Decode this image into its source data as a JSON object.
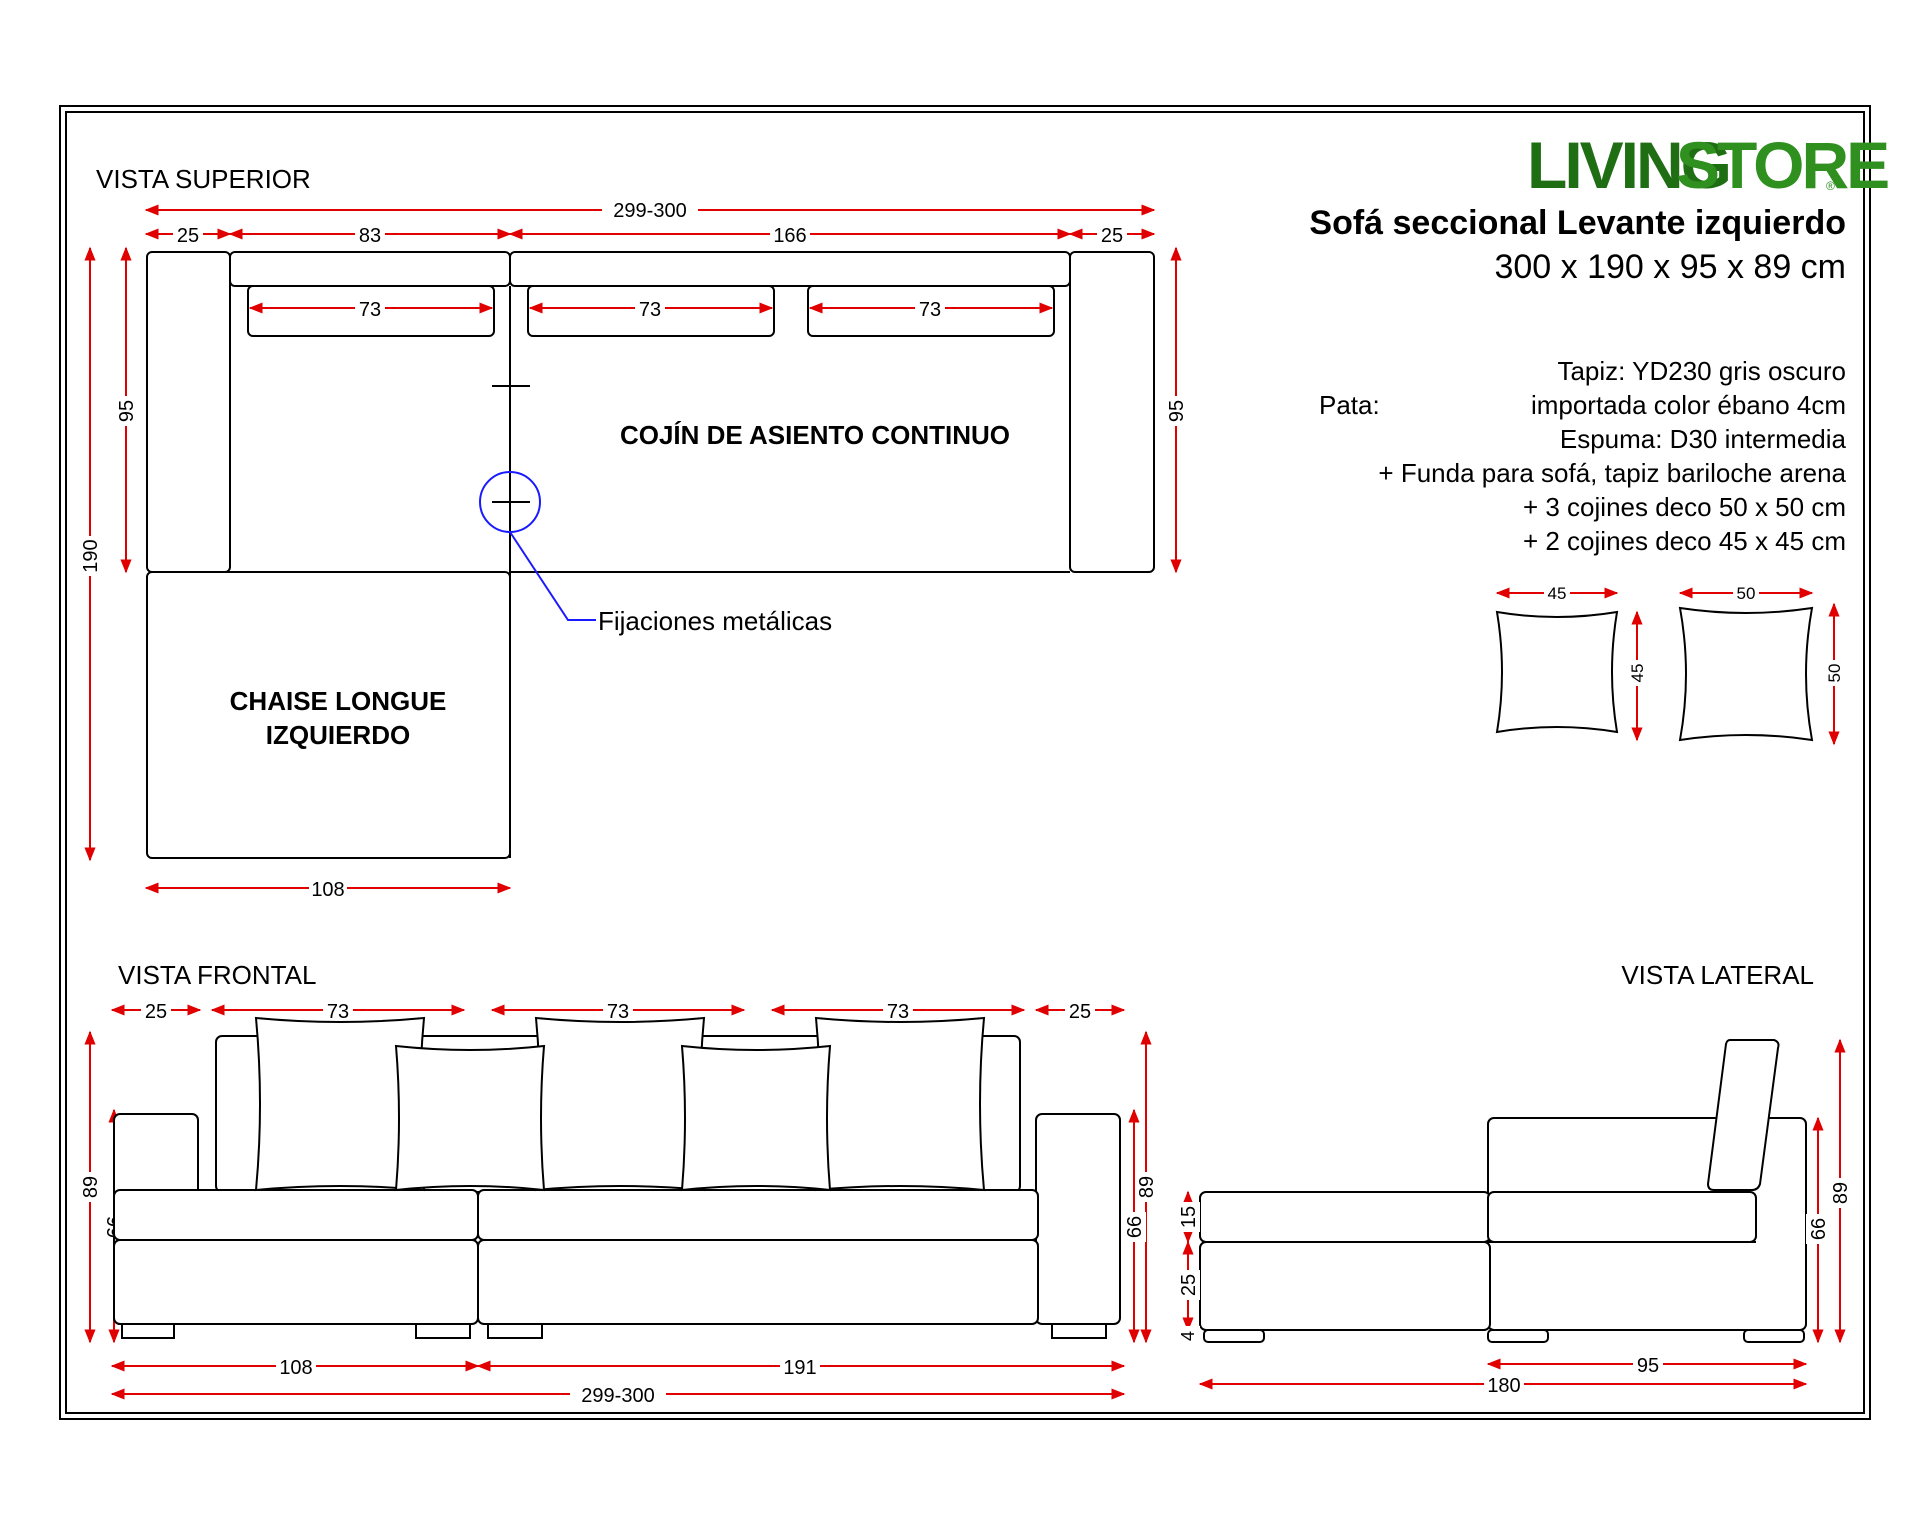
{
  "brand": {
    "logo_part1": "LIVING",
    "logo_part2": "STORE",
    "registered": "®",
    "color_green": "#2f8f1f",
    "color_dark": "#1f6e14"
  },
  "product": {
    "title": "Sofá seccional Levante izquierdo",
    "dimensions": "300 x 190 x 95 x 89 cm"
  },
  "specs": {
    "tapiz": "Tapiz: YD230 gris oscuro",
    "pata_label": "Pata:",
    "pata_value": "importada color ébano 4cm",
    "espuma": "Espuma: D30 intermedia",
    "extra1": "+ Funda para sofá, tapiz bariloche arena",
    "extra2": "+ 3 cojines deco 50 x 50 cm",
    "extra3": "+ 2 cojines deco 45 x 45 cm"
  },
  "cushions": {
    "small_w": "45",
    "small_h": "45",
    "large_w": "50",
    "large_h": "50"
  },
  "top_view": {
    "title": "VISTA SUPERIOR",
    "total": "299-300",
    "seg1": "25",
    "seg2": "83",
    "seg3": "166",
    "seg4": "25",
    "cushion1": "73",
    "cushion2": "73",
    "cushion3": "73",
    "depth_left": "95",
    "depth_right": "95",
    "total_depth": "190",
    "chaise_width": "108",
    "seat_label": "COJÍN DE ASIENTO CONTINUO",
    "chaise_label_1": "CHAISE LONGUE",
    "chaise_label_2": "IZQUIERDO",
    "fixings_label": "Fijaciones metálicas"
  },
  "front_view": {
    "title": "VISTA FRONTAL",
    "seg1": "25",
    "seg2": "73",
    "seg3": "73",
    "seg4": "73",
    "seg5": "25",
    "height_left": "89",
    "seat_left": "66",
    "height_right": "89",
    "seat_right": "66",
    "bottom1": "108",
    "bottom2": "191",
    "bottom_total": "299-300"
  },
  "side_view": {
    "title": "VISTA LATERAL",
    "h_cushion": "15",
    "h_base": "25",
    "h_leg": "4",
    "height": "89",
    "seat": "66",
    "depth_back": "95",
    "depth_total": "180"
  },
  "colors": {
    "dimension_line": "#e00000",
    "fixing_marker": "#1a1aff",
    "border": "#000000"
  }
}
